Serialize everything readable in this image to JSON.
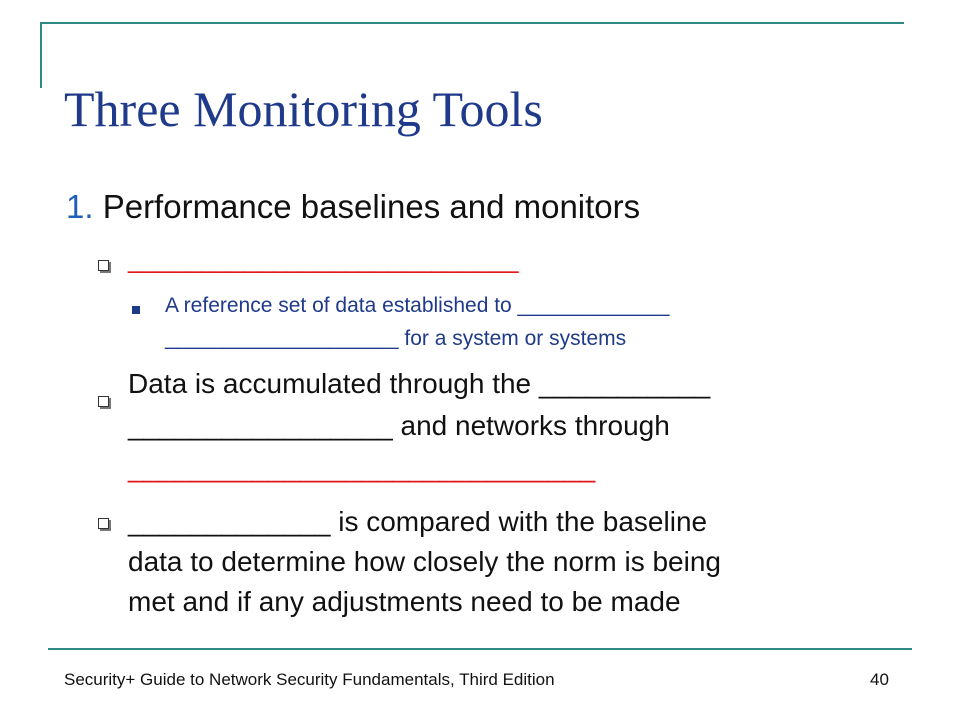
{
  "slide": {
    "title": "Three Monitoring Tools",
    "heading_number": "1.",
    "heading_text": "Performance baselines and monitors",
    "items": [
      {
        "text": "___________________________",
        "color": "#e0181b"
      },
      {
        "sub": [
          "A reference set of data established to _____________",
          "____________________  for a system or systems"
        ]
      },
      {
        "lines": [
          "Data is accumulated through the ___________",
          "_________________ and networks through",
          "______________________________"
        ]
      },
      {
        "lines": [
          "_____________ is compared with the baseline",
          "data to determine how closely the norm is being",
          "met and if any adjustments need to be made"
        ]
      }
    ]
  },
  "footer": {
    "book": "Security+ Guide to Network Security Fundamentals, Third Edition",
    "page": "40"
  },
  "colors": {
    "frame": "#2e8a83",
    "title": "#1f3a8a",
    "accent_red": "#e0181b"
  }
}
